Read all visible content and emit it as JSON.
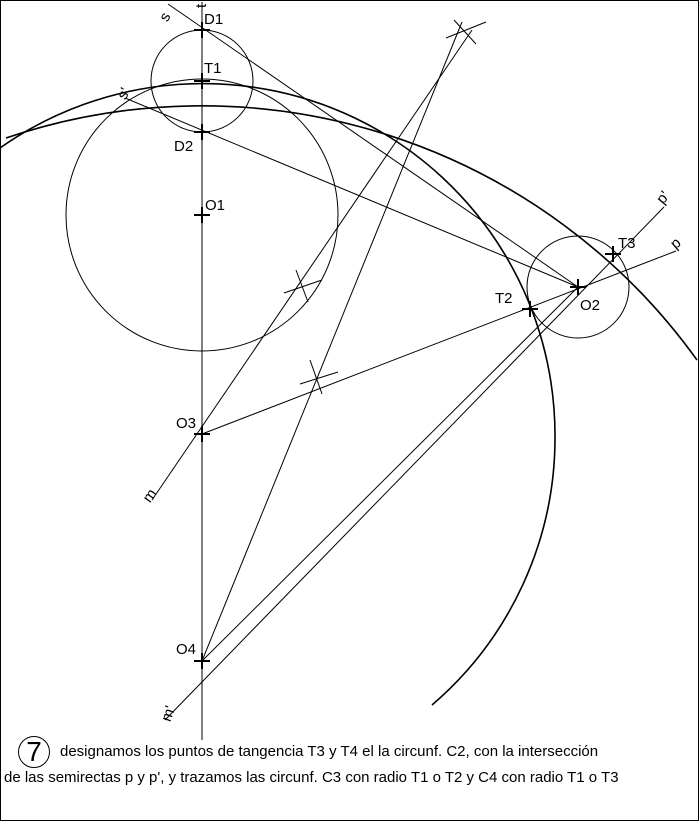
{
  "labels": {
    "d1": "D1",
    "t1": "T1",
    "d2": "D2",
    "o1": "O1",
    "o2": "O2",
    "o3": "O3",
    "o4": "O4",
    "t2": "T2",
    "t3": "T3",
    "s": "s",
    "s_prime": "s'",
    "t": "t",
    "p": "p",
    "p_prime": "p'",
    "m": "m",
    "m_prime": "m'"
  },
  "caption": {
    "step_number": "7",
    "line1": "designamos los puntos de tangencia T3 y T4 el la circunf. C2, con la intersección",
    "line2": "de las semirectas p y p', y trazamos las circunf. C3 con radio T1 o T2 y C4 con radio T1 o T3"
  }
}
